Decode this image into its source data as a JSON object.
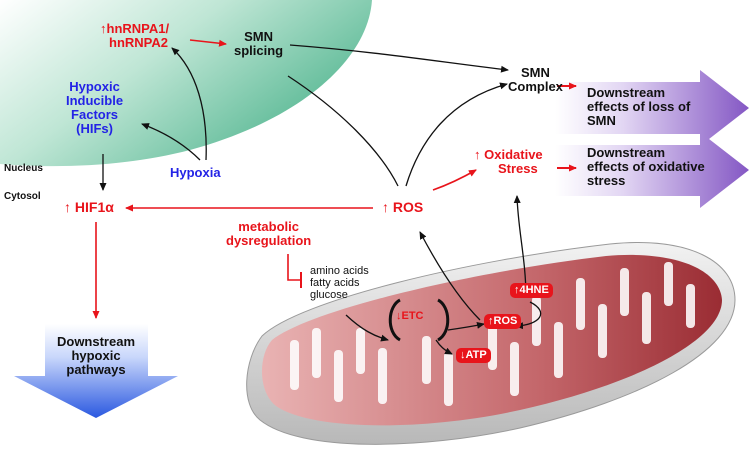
{
  "labels": {
    "hnrnpa_line1": "hnRNPA1/",
    "hnrnpa_line2": "hnRNPA2",
    "smn_splicing_line1": "SMN",
    "smn_splicing_line2": "splicing",
    "hifs_line1": "Hypoxic",
    "hifs_line2": "Inducible",
    "hifs_line3": "Factors",
    "hifs_line4": "(HIFs)",
    "hypoxia": "Hypoxia",
    "nucleus": "Nucleus",
    "cytosol": "Cytosol",
    "hif1a": "HIF1α",
    "ros": "ROS",
    "smn_complex_line1": "SMN",
    "smn_complex_line2": "Complex",
    "oxidative_stress_line1": "Oxidative",
    "oxidative_stress_line2": "Stress",
    "metabolic_line1": "metabolic",
    "metabolic_line2": "dysregulation",
    "substrate_amino": "amino acids",
    "substrate_fatty": "fatty acids",
    "substrate_glucose": "glucose",
    "etc": "ETC",
    "atp": "ATP",
    "mito_ros": "ROS",
    "hne": "4HNE",
    "downstream_smn_line1": "Downstream",
    "downstream_smn_line2": "effects of loss of",
    "downstream_smn_line3": "SMN",
    "downstream_ox_line1": "Downstream",
    "downstream_ox_line2": "effects of oxidative",
    "downstream_ox_line3": "stress",
    "hypoxic_line1": "Downstream",
    "hypoxic_line2": "hypoxic",
    "hypoxic_line3": "pathways"
  },
  "glyphs": {
    "up_arrow": "↑",
    "down_arrow": "↓"
  },
  "colors": {
    "red": "#e8141b",
    "blue_text": "#2323e6",
    "nucleus_green": "#5dbf9c",
    "purple_arrow": "#8a5cc7",
    "blue_arrow": "#2f5fe0",
    "mito_red": "#a8323a"
  }
}
